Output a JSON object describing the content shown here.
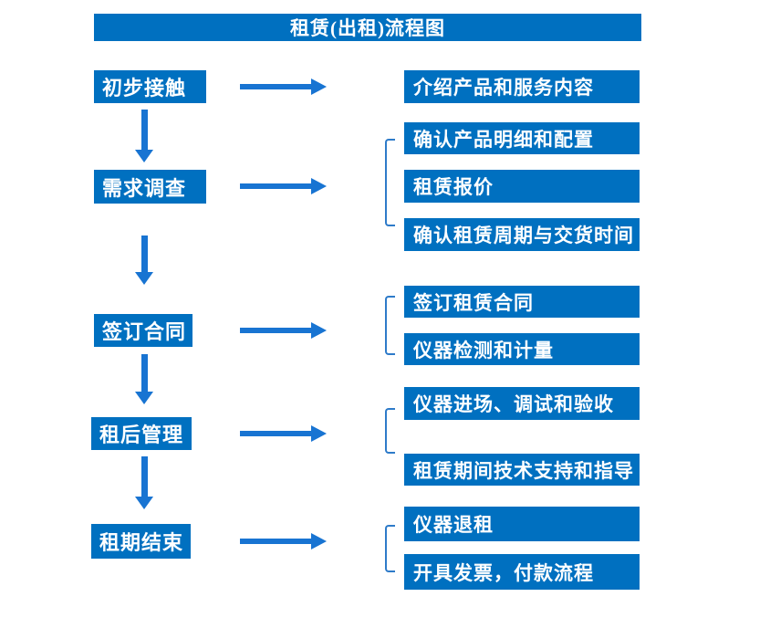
{
  "title": "租赁(出租)流程图",
  "colors": {
    "box_fill": "#0070C0",
    "arrow": "#1874D2",
    "bracket": "#2E7BC9",
    "text": "#FFFFFF",
    "background": "#FFFFFF"
  },
  "stages": [
    {
      "step": "初步接触",
      "details": [
        "介绍产品和服务内容"
      ]
    },
    {
      "step": "需求调查",
      "details": [
        "确认产品明细和配置",
        "租赁报价",
        "确认租赁周期与交货时间"
      ]
    },
    {
      "step": "签订合同",
      "details": [
        "签订租赁合同",
        "仪器检测和计量"
      ]
    },
    {
      "step": "租后管理",
      "details": [
        "仪器进场、调试和验收",
        "租赁期间技术支持和指导"
      ]
    },
    {
      "step": "租期结束",
      "details": [
        "仪器退租",
        "开具发票，付款流程"
      ]
    }
  ]
}
